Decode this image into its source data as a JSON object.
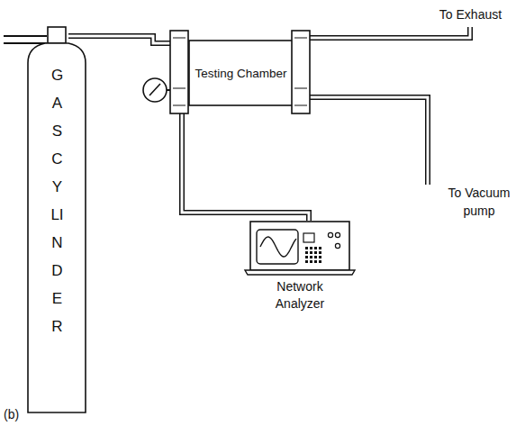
{
  "diagram": {
    "nodes": [
      {
        "text": [
          "GAS CYLINDER"
        ]
      },
      {
        "text": [
          "Testing Chamber"
        ]
      },
      {
        "text": [
          "Network Analyzer"
        ]
      }
    ],
    "edges": [
      {
        "from": 0,
        "to": 1,
        "arrow": "none"
      },
      {
        "from": 1,
        "to": 2,
        "arrow": "none"
      }
    ],
    "labels": [
      "To Exhaust",
      "To Vacuum pump",
      "(b)"
    ]
  }
}
